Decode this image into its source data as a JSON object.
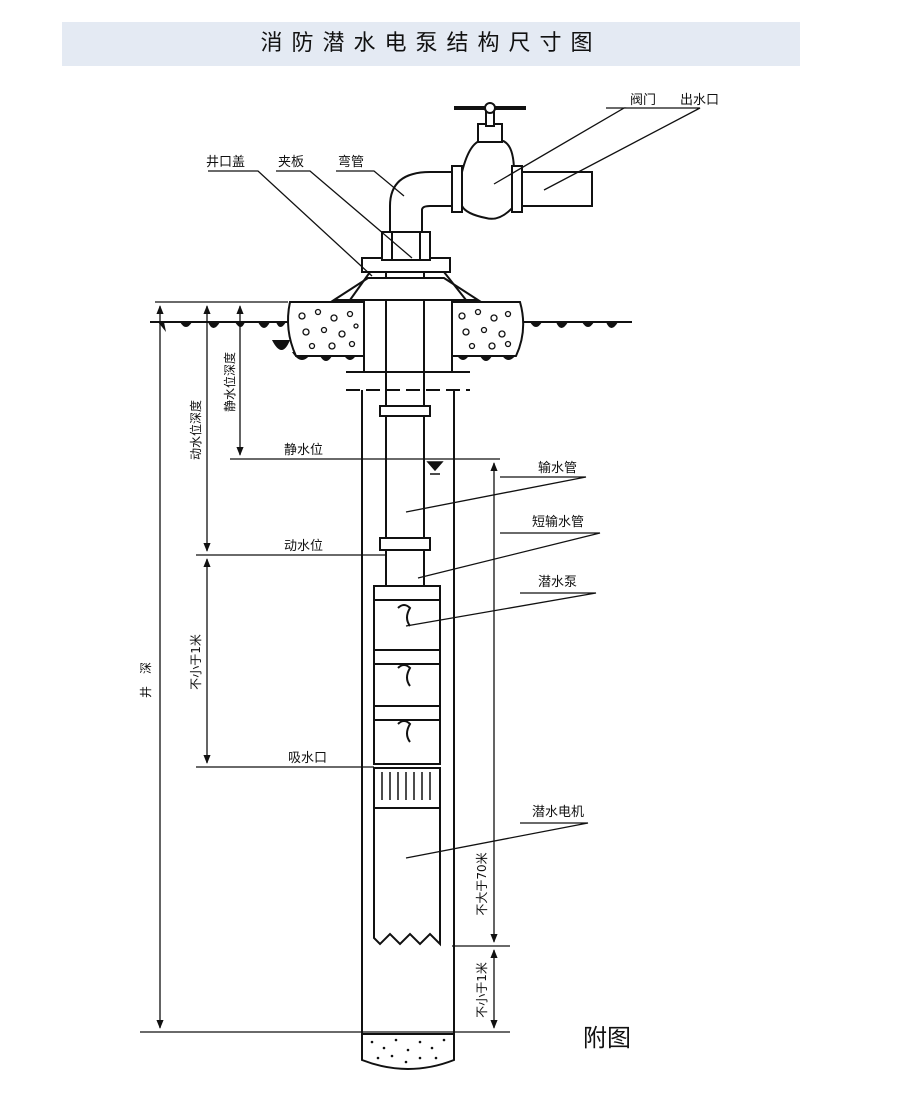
{
  "title": "消防潜水电泵结构尺寸图",
  "caption": "附图",
  "labels": {
    "valve": "阀门",
    "outlet": "出水口",
    "wellhead_cover": "井口盖",
    "clamp_plate": "夹板",
    "elbow": "弯管",
    "static_level": "静水位",
    "dynamic_level": "动水位",
    "suction_inlet": "吸水口",
    "delivery_pipe": "输水管",
    "short_delivery_pipe": "短输水管",
    "submersible_pump": "潜水泵",
    "submersible_motor": "潜水电机"
  },
  "dimensions": {
    "well_depth": "井　深",
    "dynamic_level_depth": "动水位深度",
    "static_level_depth": "静水位深度",
    "min_1m_upper": "不小于1米",
    "max_70m": "不大于70米",
    "min_1m_lower": "不小于1米"
  }
}
